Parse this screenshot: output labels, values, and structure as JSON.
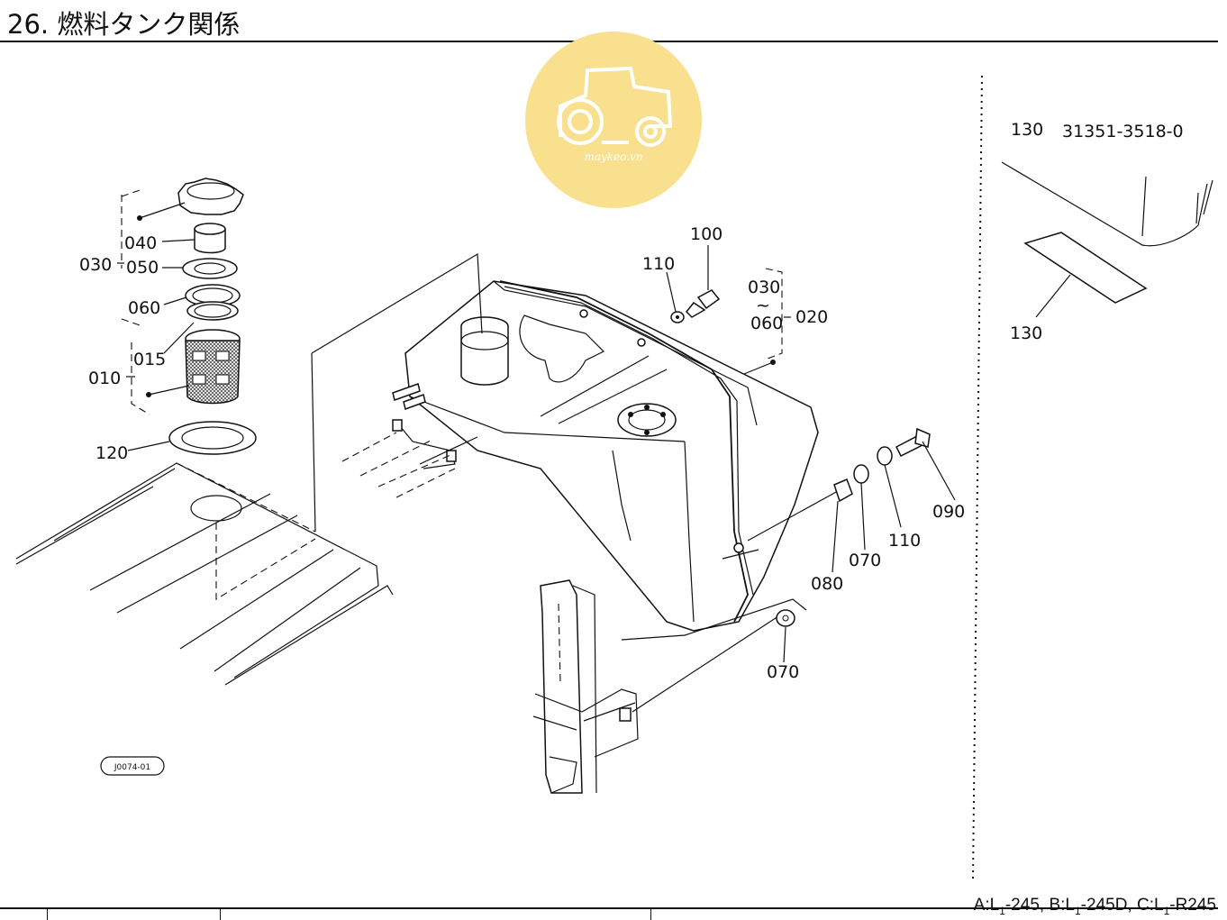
{
  "title": "26. 燃料タンク関係",
  "watermark": {
    "text": "maykeo.vn",
    "color": "#f9e08e"
  },
  "reference": {
    "part": "130",
    "number": "31351-3518-0"
  },
  "drawing_code": "J0074-01",
  "callouts": {
    "c040": "040",
    "c030": "030",
    "c050": "050",
    "c060": "060",
    "c015": "015",
    "c010": "010",
    "c120": "120",
    "c100": "100",
    "c110a": "110",
    "c030b": "030",
    "c060b": "060",
    "c020": "020",
    "c090": "090",
    "c110b": "110",
    "c070a": "070",
    "c080": "080",
    "c070b": "070",
    "c130": "130"
  },
  "footer": {
    "a_prefix": "A:L",
    "a_sub": "1",
    "a_suffix": "-245,",
    "b_prefix": "B:L",
    "b_sub": "1",
    "b_suffix": "-245D,",
    "c_prefix": "C:L",
    "c_sub": "1",
    "c_suffix": "-R245"
  }
}
